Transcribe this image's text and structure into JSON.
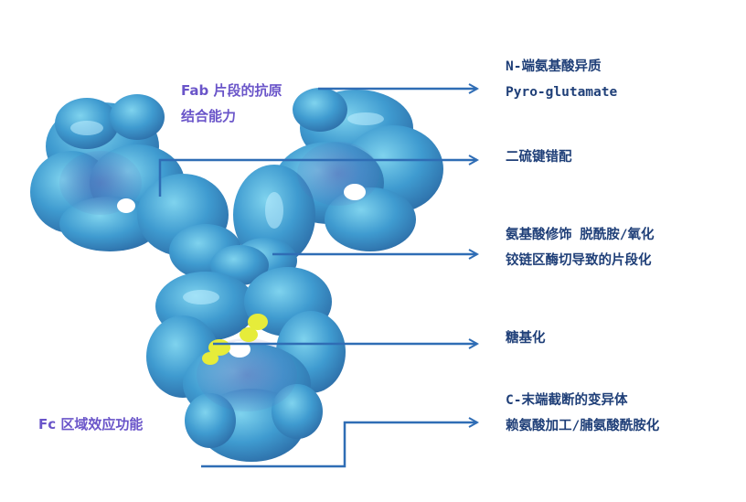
{
  "colors": {
    "arrow": "#2f6db5",
    "left_label": "#6a55c9",
    "right_label": "#1f3f78",
    "antibody_light": "#6cc7e6",
    "antibody_mid": "#3f9bd0",
    "antibody_dark": "#2d6ea8",
    "antibody_shadow": "#5a62b3",
    "glycan": "#e6ec3a"
  },
  "left_labels": {
    "fab": [
      "Fab 片段的抗原",
      "结合能力"
    ],
    "fc": [
      "Fc 区域效应功能"
    ]
  },
  "right_labels": {
    "n_terminal": [
      "N-端氨基酸异质",
      "Pyro-glutamate"
    ],
    "disulfide": [
      "二硫键错配"
    ],
    "modification": [
      "氨基酸修饰 脱酰胺/氧化",
      "铰链区酶切导致的片段化"
    ],
    "glycosylation": [
      "糖基化"
    ],
    "c_terminal": [
      "C-末端截断的变异体",
      "赖氨酸加工/脯氨酸酰胺化"
    ]
  }
}
